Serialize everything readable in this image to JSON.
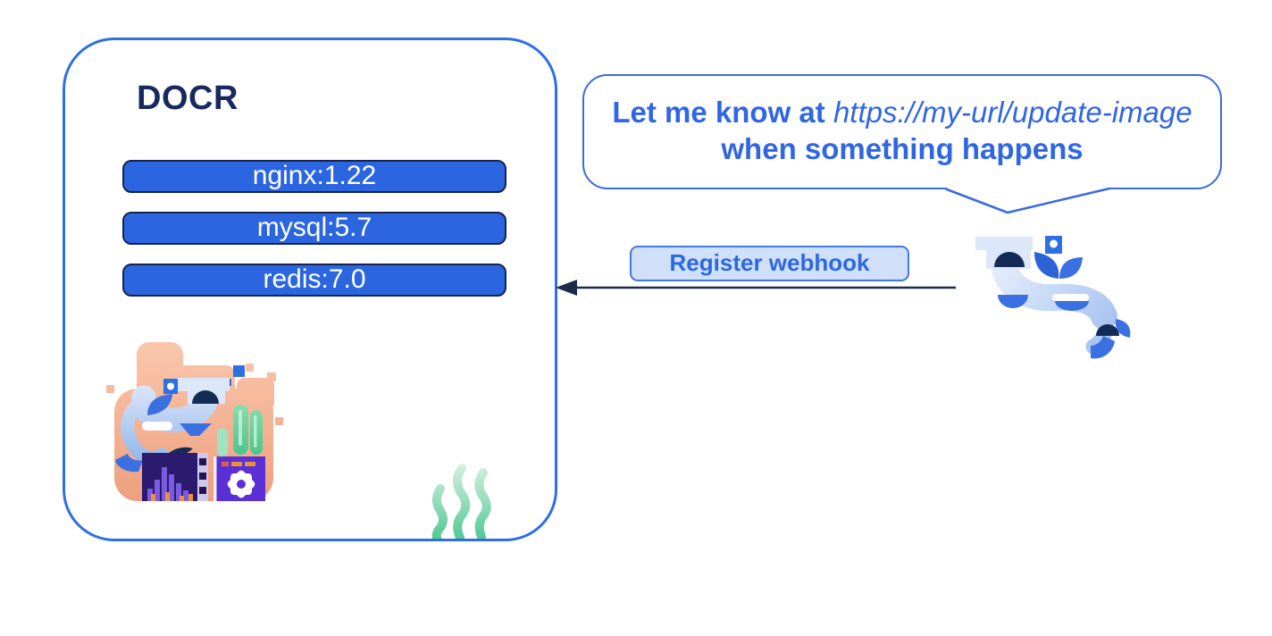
{
  "registry": {
    "title": "DOCR",
    "images": [
      "nginx:1.22",
      "mysql:5.7",
      "redis:7.0"
    ]
  },
  "speech_bubble": {
    "prefix": "Let me know at",
    "url": "https://my-url/update-image",
    "line2": "when something happens"
  },
  "webhook_label": "Register webhook",
  "icons": {
    "sammy_shark": "sammy-shark-icon",
    "registry_illustration": "registry-shark-illustration-icon",
    "seaweed": "seaweed-icon",
    "arrow": "arrow-left-icon"
  },
  "colors": {
    "box_border_blue": "#2f6fe4",
    "pill_blue": "#2b66e0",
    "pill_border_navy": "#15234f",
    "title_navy": "#17295e",
    "bubble_text_blue": "#2f66e3",
    "bubble_border_blue": "#3a6ce0",
    "webhook_fill": "#cfe0f8",
    "webhook_border": "#4277e8",
    "arrow_navy": "#1e2a4a",
    "shark_fin_blue": "#3a70e2",
    "shark_body_light": "#dce7f9",
    "peach": "#f2a98c",
    "seaweed_green": "#4cc68f",
    "panel_indigo": "#2b1b6e",
    "panel_purple": "#5b2fd6"
  }
}
